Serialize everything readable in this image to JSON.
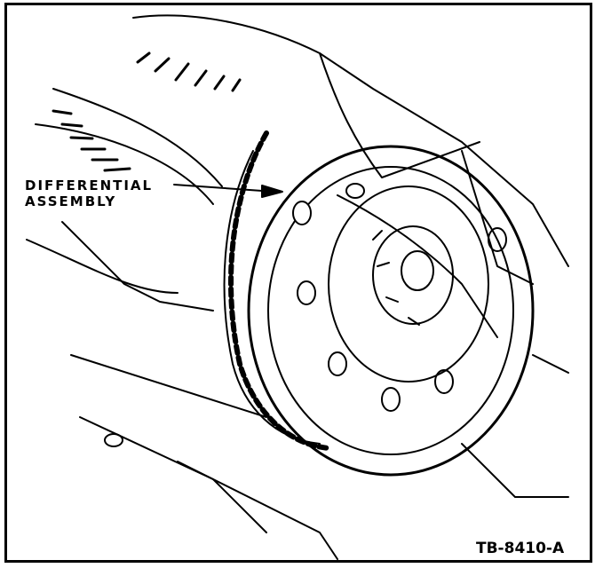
{
  "figure": {
    "callout_line1": "DIFFERENTIAL",
    "callout_line2": "ASSEMBLY",
    "figure_number": "TB-8410-A"
  },
  "colors": {
    "ink": "#000000",
    "paper": "#ffffff"
  }
}
